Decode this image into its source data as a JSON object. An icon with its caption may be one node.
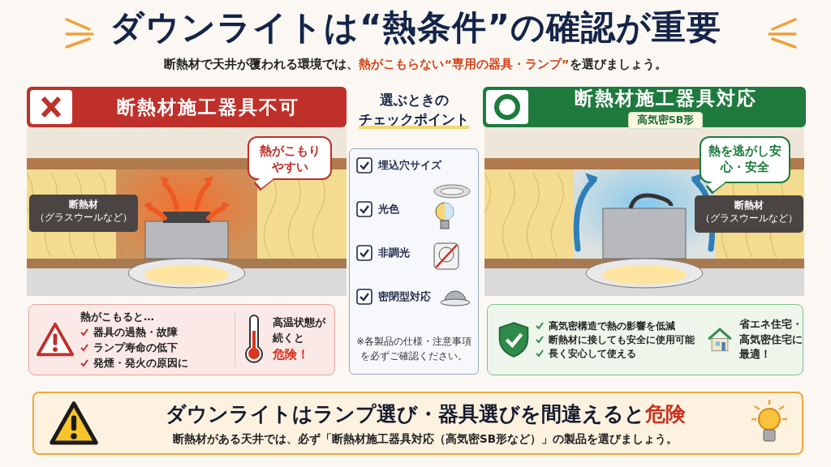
{
  "diagram": {
    "title": "ダウンライトは“熱条件”の確認が重要",
    "nodes": [
      {
        "text": [
          "断熱材施工器具不可"
        ]
      },
      {
        "text": [
          "熱がこもりやすい"
        ]
      },
      {
        "text": [
          "断熱材",
          "（グラスウールなど）"
        ]
      },
      {
        "text": [
          "熱がこもると…",
          "器具の過熱・故障",
          "ランプ寿命の低下",
          "発煙・発火の原因に",
          "高温状態が続くと**危険！**"
        ]
      },
      {
        "text": [
          "選ぶときの",
          "チェックポイント",
          "埋込穴サイズ",
          "光色",
          "非調光",
          "密閉型対応",
          "※各製品の仕様・注意事項を必ずご確認ください。"
        ]
      },
      {
        "text": [
          "断熱材施工器具対応",
          "高気密SB形"
        ]
      },
      {
        "text": [
          "熱を逃がし安心・安全"
        ]
      },
      {
        "text": [
          "断熱材",
          "（グラスウールなど）"
        ]
      },
      {
        "text": [
          "高気密構造で熱の影響を低減",
          "断熱材に接しても安全に使用可能",
          "長く安心して使える",
          "省エネ住宅・高気密住宅に最適！"
        ]
      },
      {
        "text": [
          "ダウンライトはランプ選び・器具選びを間違えると**危険**",
          "断熱材がある天井では、必ず「断熱材施工器具対応（高気密SB形など）」の製品を選びましょう。"
        ]
      }
    ],
    "labels": [
      "断熱材で天井が覆われる環境では、**熱がこもらない“専用の器具・ランプ”**を選びましょう。"
    ]
  }
}
